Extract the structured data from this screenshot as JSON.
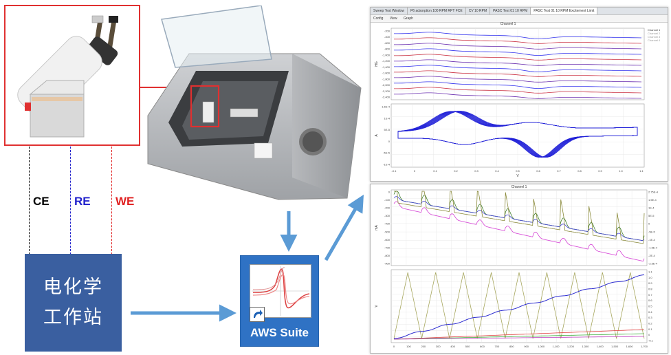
{
  "labels": {
    "ce": "CE",
    "re": "RE",
    "we": "WE",
    "workstation_line1": "电化学",
    "workstation_line2": "工作站",
    "software": "AWS Suite"
  },
  "colors": {
    "ce": "#000000",
    "re": "#2222cc",
    "we": "#e02020",
    "workstation_bg": "#3a5fa0",
    "arrow": "#5b9bd5",
    "highlight": "#e03030"
  },
  "screen_top": {
    "tabs": [
      "Sweep Test Window",
      "P6 adsorption 100 RPM RPT FCE",
      "CV 10 RPM",
      "PASC Test 01 10 RPM",
      "PASC Test 01 10 RPM Excitement Limit"
    ],
    "menu": [
      "Config",
      "View",
      "Graph"
    ],
    "channel_title": "Channel 1",
    "legend_items": [
      "Channel 1",
      "Channel 2",
      "Channel 3",
      "Channel 4"
    ],
    "x_ticks": [
      "-0.1",
      "0",
      "0.1",
      "0.2",
      "0.3",
      "0.4",
      "0.5",
      "0.6",
      "0.7",
      "0.8",
      "0.9",
      "1.0",
      "1.1"
    ],
    "x_label": "V",
    "upper_y_ticks": [
      "-200",
      "-400",
      "-600",
      "-800",
      "-1,000",
      "-1,200",
      "-1,400",
      "-1,600",
      "-1,800",
      "-2,000",
      "-2,200",
      "-2,400"
    ],
    "upper_y_label": "HG",
    "lower_y_ticks": [
      "1.5E-4",
      "1E-4",
      "5E-5",
      "0",
      "-5E-5",
      "-1E-4"
    ],
    "lower_y_label": "A"
  },
  "screen_bottom": {
    "channel_title": "Channel 1",
    "upper_y_ticks": [
      "0",
      "-100",
      "-200",
      "-300",
      "-400",
      "-500",
      "-600",
      "-700",
      "-800",
      "-900"
    ],
    "upper_y_label": "mA",
    "upper_y2_ticks": [
      "2.75E-4",
      "1.5E-4",
      "1E-4",
      "5E-5",
      "0",
      "-5E-5",
      "-1E-4",
      "-1.5E-4",
      "-2E-4",
      "-2.5E-4"
    ],
    "lower_y_ticks": [
      "1.1",
      "1.0",
      "0.9",
      "0.8",
      "0.7",
      "0.6",
      "0.5",
      "0.4",
      "0.3",
      "0.2",
      "0.1",
      "0",
      "-0.1"
    ],
    "lower_y_label": "V",
    "x_ticks": [
      "0",
      "100",
      "200",
      "300",
      "400",
      "500",
      "600",
      "700",
      "800",
      "900",
      "1,000",
      "1,100",
      "1,200",
      "1,300",
      "1,400",
      "1,500",
      "1,600",
      "1,700"
    ]
  }
}
